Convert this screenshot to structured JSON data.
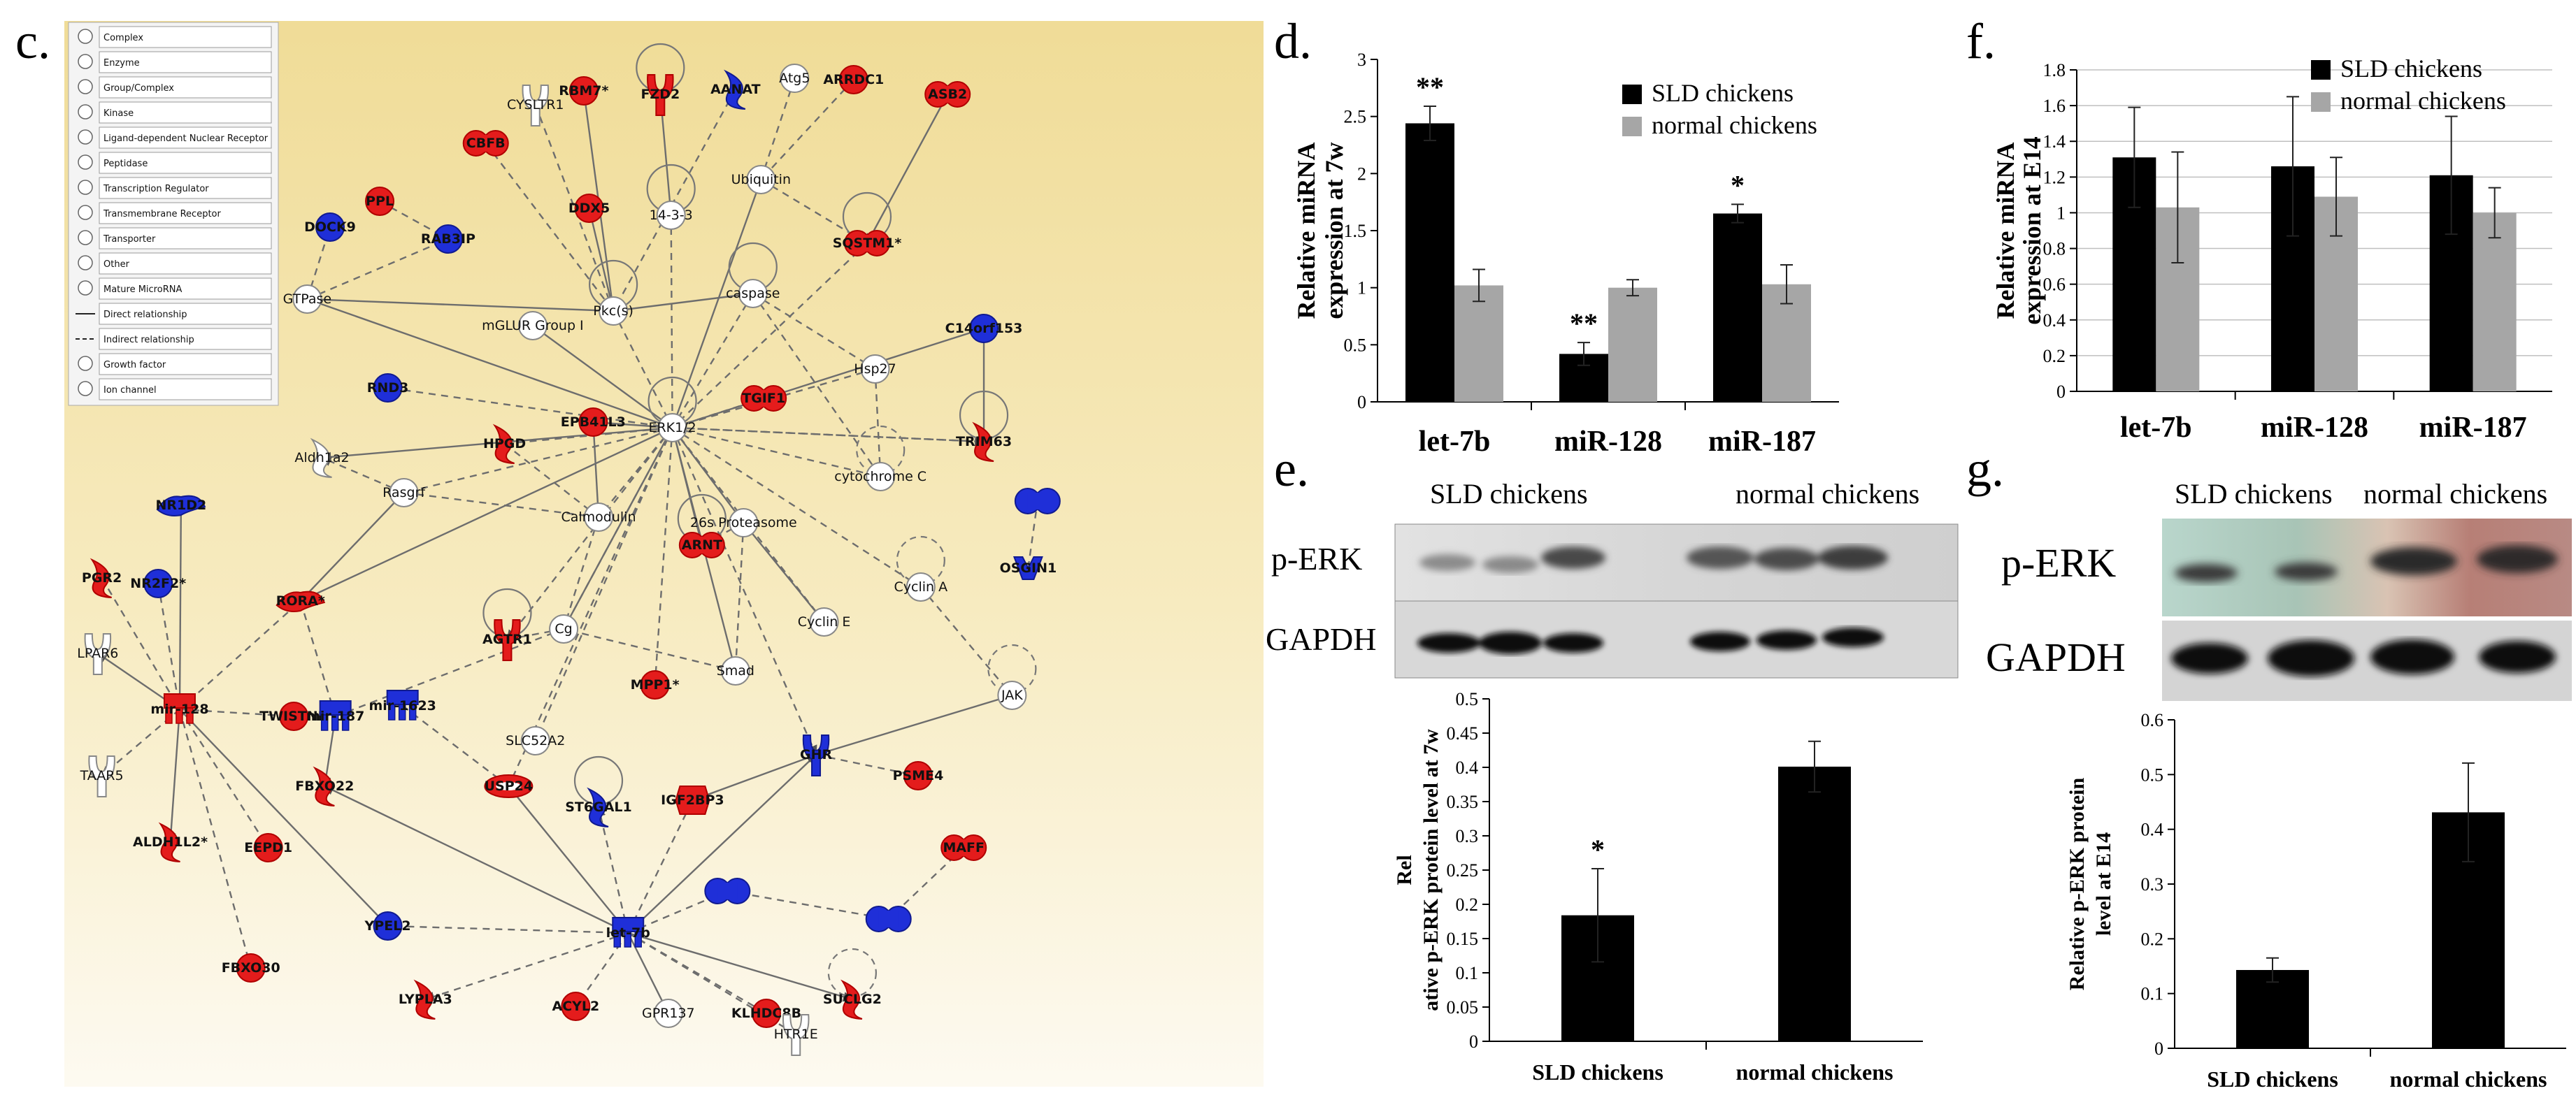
{
  "panel_labels": {
    "c": "c.",
    "d": "d.",
    "e": "e.",
    "f": "f.",
    "g": "g."
  },
  "network": {
    "legend": [
      "Complex",
      "Enzyme",
      "Group/Complex",
      "Kinase",
      "Ligand-dependent Nuclear Receptor",
      "Peptidase",
      "Transcription Regulator",
      "Transmembrane Receptor",
      "Transporter",
      "Other",
      "Mature MicroRNA",
      "Direct relationship",
      "Indirect relationship",
      "Growth factor",
      "Ion channel"
    ],
    "nodes": [
      {
        "id": "CYSLTR1",
        "label": "CYSLTR1",
        "color": "white",
        "shape": "receptor"
      },
      {
        "id": "RBM7",
        "label": "RBM7*",
        "color": "red",
        "shape": "circle"
      },
      {
        "id": "FZD2",
        "label": "FZD2",
        "color": "red",
        "shape": "receptor"
      },
      {
        "id": "AANAT",
        "label": "AANAT",
        "color": "blue",
        "shape": "enzyme"
      },
      {
        "id": "Atg5",
        "label": "Atg5",
        "color": "white",
        "shape": "circle"
      },
      {
        "id": "ARRDC1",
        "label": "ARRDC1",
        "color": "red",
        "shape": "circle"
      },
      {
        "id": "ASB2",
        "label": "ASB2",
        "color": "red",
        "shape": "complex"
      },
      {
        "id": "CBFB",
        "label": "CBFB",
        "color": "red",
        "shape": "complex"
      },
      {
        "id": "PPL",
        "label": "PPL",
        "color": "red",
        "shape": "circle"
      },
      {
        "id": "DOCK9",
        "label": "DOCK9",
        "color": "blue",
        "shape": "circle"
      },
      {
        "id": "RAB3IP",
        "label": "RAB3IP",
        "color": "blue",
        "shape": "circle"
      },
      {
        "id": "DDX5",
        "label": "DDX5",
        "color": "red",
        "shape": "circle"
      },
      {
        "id": "1433",
        "label": "14-3-3",
        "color": "white",
        "shape": "circle"
      },
      {
        "id": "Ubiquitin",
        "label": "Ubiquitin",
        "color": "white",
        "shape": "circle"
      },
      {
        "id": "SQSTM1",
        "label": "SQSTM1*",
        "color": "red",
        "shape": "complex"
      },
      {
        "id": "GTPase",
        "label": "GTPase",
        "color": "white",
        "shape": "circle"
      },
      {
        "id": "mGLUR",
        "label": "mGLUR Group I",
        "color": "white",
        "shape": "circle"
      },
      {
        "id": "Pkcs",
        "label": "Pkc(s)",
        "color": "white",
        "shape": "circle"
      },
      {
        "id": "caspase",
        "label": "caspase",
        "color": "white",
        "shape": "circle"
      },
      {
        "id": "C14orf153",
        "label": "C14orf153",
        "color": "blue",
        "shape": "circle"
      },
      {
        "id": "RND3",
        "label": "RND3",
        "color": "blue",
        "shape": "circle"
      },
      {
        "id": "Hsp27",
        "label": "Hsp27",
        "color": "white",
        "shape": "circle"
      },
      {
        "id": "ERK12",
        "label": "ERK1/2",
        "color": "white",
        "shape": "circle"
      },
      {
        "id": "TGIF1",
        "label": "TGIF1",
        "color": "red",
        "shape": "complex"
      },
      {
        "id": "TRIM63",
        "label": "TRIM63",
        "color": "red",
        "shape": "enzyme"
      },
      {
        "id": "Aldh1a2",
        "label": "Aldh1a2",
        "color": "white",
        "shape": "enzyme"
      },
      {
        "id": "HPGD",
        "label": "HPGD",
        "color": "red",
        "shape": "enzyme"
      },
      {
        "id": "EPB41L3",
        "label": "EPB41L3",
        "color": "red",
        "shape": "circle"
      },
      {
        "id": "cytochromeC",
        "label": "cytochrome C",
        "color": "white",
        "shape": "circle"
      },
      {
        "id": "NR1D2",
        "label": "NR1D2",
        "color": "blue",
        "shape": "ligand"
      },
      {
        "id": "LRRC3",
        "label": "",
        "color": "blue",
        "shape": "complex"
      },
      {
        "id": "Rasgrf",
        "label": "Rasgrf",
        "color": "white",
        "shape": "circle"
      },
      {
        "id": "Calmodulin",
        "label": "Calmodulin",
        "color": "white",
        "shape": "circle"
      },
      {
        "id": "26sProteasome",
        "label": "26s Proteasome",
        "color": "white",
        "shape": "circle"
      },
      {
        "id": "ARNT",
        "label": "ARNT",
        "color": "red",
        "shape": "complex"
      },
      {
        "id": "OSGIN1",
        "label": "OSGIN1",
        "color": "blue",
        "shape": "transporter"
      },
      {
        "id": "PGR2",
        "label": "PGR2",
        "color": "red",
        "shape": "enzyme"
      },
      {
        "id": "NR2F2",
        "label": "NR2F2*",
        "color": "blue",
        "shape": "circle"
      },
      {
        "id": "RORA",
        "label": "RORA*",
        "color": "red",
        "shape": "ligand"
      },
      {
        "id": "AGTR1",
        "label": "AGTR1",
        "color": "red",
        "shape": "receptor"
      },
      {
        "id": "CyclinA",
        "label": "Cyclin A",
        "color": "white",
        "shape": "circle"
      },
      {
        "id": "CyclinE",
        "label": "Cyclin E",
        "color": "white",
        "shape": "circle"
      },
      {
        "id": "Cg",
        "label": "Cg",
        "color": "white",
        "shape": "circle"
      },
      {
        "id": "MPP1",
        "label": "MPP1*",
        "color": "red",
        "shape": "circle"
      },
      {
        "id": "Smad",
        "label": "Smad",
        "color": "white",
        "shape": "circle"
      },
      {
        "id": "LPAR6",
        "label": "LPAR6",
        "color": "white",
        "shape": "receptor"
      },
      {
        "id": "mir128",
        "label": "mir-128",
        "color": "red",
        "shape": "mirna"
      },
      {
        "id": "TWISTNB",
        "label": "TWISTNB",
        "color": "red",
        "shape": "circle"
      },
      {
        "id": "mir187",
        "label": "mir-187",
        "color": "blue",
        "shape": "mirna"
      },
      {
        "id": "mir1623",
        "label": "mir-1623",
        "color": "blue",
        "shape": "mirna"
      },
      {
        "id": "JAK",
        "label": "JAK",
        "color": "white",
        "shape": "circle"
      },
      {
        "id": "TAAR5",
        "label": "TAAR5",
        "color": "white",
        "shape": "receptor"
      },
      {
        "id": "SLC52A2",
        "label": "SLC52A2",
        "color": "white",
        "shape": "circle"
      },
      {
        "id": "GHR",
        "label": "GHR",
        "color": "blue",
        "shape": "receptor"
      },
      {
        "id": "PSME4",
        "label": "PSME4",
        "color": "red",
        "shape": "circle"
      },
      {
        "id": "FBXO22",
        "label": "FBXO22",
        "color": "red",
        "shape": "enzyme"
      },
      {
        "id": "USP24",
        "label": "USP24",
        "color": "red",
        "shape": "peptidase"
      },
      {
        "id": "ST6GAL1",
        "label": "ST6GAL1",
        "color": "blue",
        "shape": "enzyme"
      },
      {
        "id": "IGF2BP3",
        "label": "IGF2BP3",
        "color": "red",
        "shape": "hex"
      },
      {
        "id": "ALDH1L2",
        "label": "ALDH1L2*",
        "color": "red",
        "shape": "enzyme"
      },
      {
        "id": "EEPD1",
        "label": "EEPD1",
        "color": "red",
        "shape": "circle"
      },
      {
        "id": "MAFF",
        "label": "MAFF",
        "color": "red",
        "shape": "complex"
      },
      {
        "id": "YPEL2",
        "label": "YPEL2",
        "color": "blue",
        "shape": "circle"
      },
      {
        "id": "let7b",
        "label": "let-7b",
        "color": "blue",
        "shape": "mirna"
      },
      {
        "id": "BLUE1",
        "label": "",
        "color": "blue",
        "shape": "complex"
      },
      {
        "id": "BLUE2",
        "label": "",
        "color": "blue",
        "shape": "complex"
      },
      {
        "id": "FBXO30",
        "label": "FBXO30",
        "color": "red",
        "shape": "circle"
      },
      {
        "id": "LYPLA3",
        "label": "LYPLA3",
        "color": "red",
        "shape": "enzyme"
      },
      {
        "id": "ACYL2",
        "label": "ACYL2",
        "color": "red",
        "shape": "circle"
      },
      {
        "id": "GPR137",
        "label": "GPR137",
        "color": "white",
        "shape": "circle"
      },
      {
        "id": "KLHDC8B",
        "label": "KLHDC8B",
        "color": "red",
        "shape": "circle"
      },
      {
        "id": "HTR1E",
        "label": "HTR1E",
        "color": "white",
        "shape": "receptor"
      },
      {
        "id": "SUCLG2",
        "label": "SUCLG2",
        "color": "red",
        "shape": "enzyme"
      }
    ],
    "edges": [
      [
        "FZD2",
        "1433"
      ],
      [
        "1433",
        "ERK12"
      ],
      [
        "Atg5",
        "Ubiquitin"
      ],
      [
        "Ubiquitin",
        "ERK12"
      ],
      [
        "caspase",
        "ERK12"
      ],
      [
        "Pkcs",
        "ERK12"
      ],
      [
        "mGLUR",
        "ERK12"
      ],
      [
        "SQSTM1",
        "ERK12"
      ],
      [
        "caspase",
        "Hsp27"
      ],
      [
        "Pkcs",
        "caspase"
      ],
      [
        "Hsp27",
        "ERK12"
      ],
      [
        "TGIF1",
        "ERK12"
      ],
      [
        "EPB41L3",
        "ERK12"
      ],
      [
        "HPGD",
        "ERK12"
      ],
      [
        "ERK12",
        "Calmodulin"
      ],
      [
        "ERK12",
        "ARNT"
      ],
      [
        "ERK12",
        "cytochromeC"
      ],
      [
        "ERK12",
        "AGTR1"
      ],
      [
        "ERK12",
        "RORA"
      ],
      [
        "ERK12",
        "Cg"
      ],
      [
        "ERK12",
        "MPP1"
      ],
      [
        "ERK12",
        "Smad"
      ],
      [
        "ERK12",
        "CyclinE"
      ],
      [
        "ERK12",
        "CyclinA"
      ],
      [
        "ERK12",
        "26sProteasome"
      ],
      [
        "ERK12",
        "TRIM63"
      ],
      [
        "ERK12",
        "RND3"
      ],
      [
        "ERK12",
        "GTPase"
      ],
      [
        "ERK12",
        "GHR"
      ],
      [
        "ERK12",
        "Rasgrf"
      ],
      [
        "ERK12",
        "Aldh1a2"
      ],
      [
        "ERK12",
        "USP24"
      ],
      [
        "ERK12",
        "SLC52A2"
      ],
      [
        "ERK12",
        "C14orf153"
      ],
      [
        "GTPase",
        "DOCK9"
      ],
      [
        "GTPase",
        "RAB3IP"
      ],
      [
        "Pkcs",
        "GTPase"
      ],
      [
        "Ubiquitin",
        "SQSTM1"
      ],
      [
        "CBFB",
        "Pkcs"
      ],
      [
        "DDX5",
        "Pkcs"
      ],
      [
        "Calmodulin",
        "Cg"
      ],
      [
        "Calmodulin",
        "Rasgrf"
      ],
      [
        "Rasgrf",
        "RORA"
      ],
      [
        "Rasgrf",
        "Aldh1a2"
      ],
      [
        "26sProteasome",
        "ARNT"
      ],
      [
        "26sProteasome",
        "CyclinE"
      ],
      [
        "26sProteasome",
        "Smad"
      ],
      [
        "CyclinA",
        "JAK"
      ],
      [
        "JAK",
        "GHR"
      ],
      [
        "cytochromeC",
        "Hsp27"
      ],
      [
        "caspase",
        "cytochromeC"
      ],
      [
        "TRIM63",
        "C14orf153"
      ],
      [
        "TRIM63",
        "ERK12"
      ],
      [
        "OSGIN1",
        "LRRC3"
      ],
      [
        "Cg",
        "ERK12"
      ],
      [
        "AGTR1",
        "Cg"
      ],
      [
        "Smad",
        "Cg"
      ],
      [
        "NR1D2",
        "mir128"
      ],
      [
        "PGR2",
        "mir128"
      ],
      [
        "NR2F2",
        "mir128"
      ],
      [
        "mir128",
        "LPAR6"
      ],
      [
        "mir128",
        "TAAR5"
      ],
      [
        "mir128",
        "TWISTNB"
      ],
      [
        "mir128",
        "ALDH1L2"
      ],
      [
        "mir128",
        "EEPD1"
      ],
      [
        "mir128",
        "FBXO30"
      ],
      [
        "mir128",
        "YPEL2"
      ],
      [
        "mir128",
        "RORA"
      ],
      [
        "mir187",
        "RORA"
      ],
      [
        "mir187",
        "FBXO22"
      ],
      [
        "mir187",
        "Cg"
      ],
      [
        "mir1623",
        "USP24"
      ],
      [
        "let7b",
        "FBXO22"
      ],
      [
        "let7b",
        "YPEL2"
      ],
      [
        "let7b",
        "BLUE1"
      ],
      [
        "let7b",
        "GHR"
      ],
      [
        "let7b",
        "IGF2BP3"
      ],
      [
        "let7b",
        "ST6GAL1"
      ],
      [
        "let7b",
        "USP24"
      ],
      [
        "let7b",
        "LYPLA3"
      ],
      [
        "let7b",
        "ACYL2"
      ],
      [
        "let7b",
        "GPR137"
      ],
      [
        "let7b",
        "KLHDC8B"
      ],
      [
        "let7b",
        "HTR1E"
      ],
      [
        "let7b",
        "SUCLG2"
      ],
      [
        "BLUE1",
        "BLUE2"
      ],
      [
        "MAFF",
        "BLUE2"
      ],
      [
        "IGF2BP3",
        "GHR"
      ],
      [
        "GHR",
        "PSME4"
      ],
      [
        "CYSLTR1",
        "Pkcs"
      ],
      [
        "RBM7",
        "Pkcs"
      ],
      [
        "AANAT",
        "Pkcs"
      ],
      [
        "ARRDC1",
        "Ubiquitin"
      ],
      [
        "ASB2",
        "SQSTM1"
      ],
      [
        "PPL",
        "RAB3IP"
      ],
      [
        "HPGD",
        "Calmodulin"
      ],
      [
        "EPB41L3",
        "Calmodulin"
      ]
    ]
  },
  "chart_d": {
    "chart_data": {
      "type": "bar",
      "categories": [
        "let-7b",
        "miR-128",
        "miR-187"
      ],
      "series": [
        {
          "name": "SLD chickens",
          "values": [
            2.44,
            0.42,
            1.65
          ],
          "errors": [
            0.15,
            0.1,
            0.08
          ],
          "color": "#000000"
        },
        {
          "name": "normal chickens",
          "values": [
            1.02,
            1.0,
            1.03
          ],
          "errors": [
            0.14,
            0.07,
            0.17
          ],
          "color": "#a6a6a6"
        }
      ],
      "annotations": [
        "**",
        "**",
        "*"
      ],
      "ylabel": "Relative miRNA expression at 7w",
      "ylim": [
        0,
        3
      ],
      "yticks": [
        "0",
        "0.5",
        "1",
        "1.5",
        "2",
        "2.5",
        "3"
      ],
      "legend": "top-right"
    }
  },
  "chart_f": {
    "chart_data": {
      "type": "bar",
      "categories": [
        "let-7b",
        "miR-128",
        "miR-187"
      ],
      "series": [
        {
          "name": "SLD chickens",
          "values": [
            1.31,
            1.26,
            1.21
          ],
          "errors": [
            0.28,
            0.39,
            0.33
          ],
          "color": "#000000"
        },
        {
          "name": "normal chickens",
          "values": [
            1.03,
            1.09,
            1.0
          ],
          "errors": [
            0.31,
            0.22,
            0.14
          ],
          "color": "#a6a6a6"
        }
      ],
      "ylabel": "Relative miRNA expression at E14",
      "ylim": [
        0,
        1.8
      ],
      "yticks": [
        "0",
        "0.2",
        "0.4",
        "0.6",
        "0.8",
        "1",
        "1.2",
        "1.4",
        "1.6",
        "1.8"
      ],
      "grid": true,
      "legend": "top-right"
    }
  },
  "blot_e": {
    "groups": [
      "SLD chickens",
      "normal chickens"
    ],
    "rows": [
      "p-ERK",
      "GAPDH"
    ]
  },
  "chart_e": {
    "chart_data": {
      "type": "bar",
      "categories": [
        "SLD chickens",
        "normal chickens"
      ],
      "values": [
        0.184,
        0.401
      ],
      "errors": [
        0.068,
        0.037
      ],
      "annotations": [
        "*",
        ""
      ],
      "ylabel": "Relative p-ERK protein level at 7w",
      "ylim": [
        0,
        0.5
      ],
      "yticks": [
        "0",
        "0.05",
        "0.1",
        "0.15",
        "0.2",
        "0.25",
        "0.3",
        "0.35",
        "0.4",
        "0.45",
        "0.5"
      ]
    }
  },
  "blot_g": {
    "groups": [
      "SLD chickens",
      "normal chickens"
    ],
    "rows": [
      "p-ERK",
      "GAPDH"
    ]
  },
  "chart_g": {
    "chart_data": {
      "type": "bar",
      "categories": [
        "SLD chickens",
        "normal chickens"
      ],
      "values": [
        0.143,
        0.431
      ],
      "errors": [
        0.022,
        0.09
      ],
      "ylabel": "Relative p-ERK protein level at E14",
      "ylim": [
        0,
        0.6
      ],
      "yticks": [
        "0",
        "0.1",
        "0.2",
        "0.3",
        "0.4",
        "0.5",
        "0.6"
      ]
    }
  }
}
